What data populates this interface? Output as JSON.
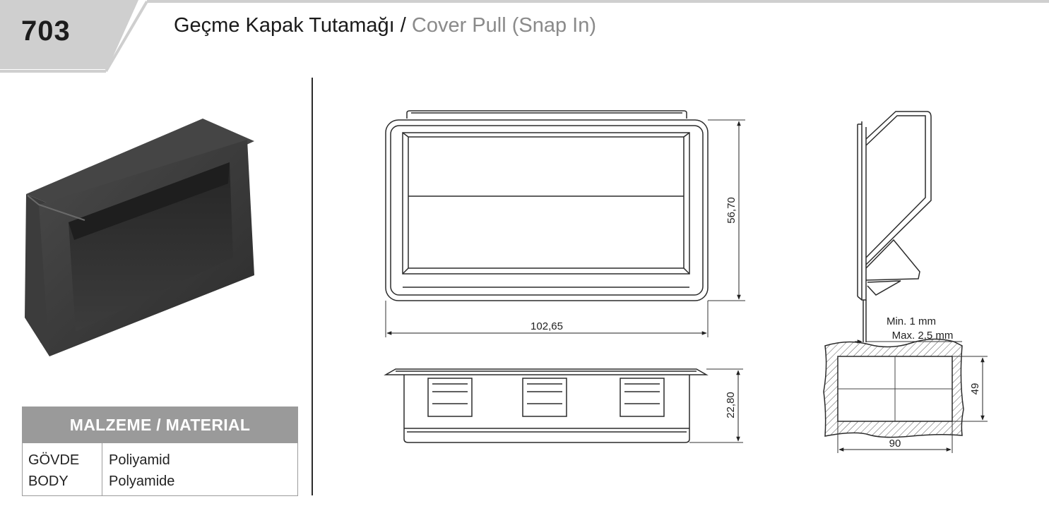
{
  "product": {
    "code": "703",
    "title_tr": "Geçme Kapak Tutamağı",
    "title_sep": " / ",
    "title_en": "Cover Pull (Snap In)"
  },
  "material_table": {
    "header": "MALZEME / MATERIAL",
    "rows": [
      {
        "part_tr": "GÖVDE",
        "part_en": "BODY",
        "material_tr": "Poliyamid",
        "material_en": "Polyamide"
      }
    ]
  },
  "dimensions": {
    "width": "102,65",
    "height": "56,70",
    "depth": "22,80",
    "min_thickness": "Min. 1 mm",
    "max_thickness": "Max. 2,5 mm",
    "cutout_width": "90",
    "cutout_height": "49"
  },
  "colors": {
    "accent_gray": "#9a9a9a",
    "product_body": "#3a3a3a",
    "line": "#2b2b2b"
  }
}
